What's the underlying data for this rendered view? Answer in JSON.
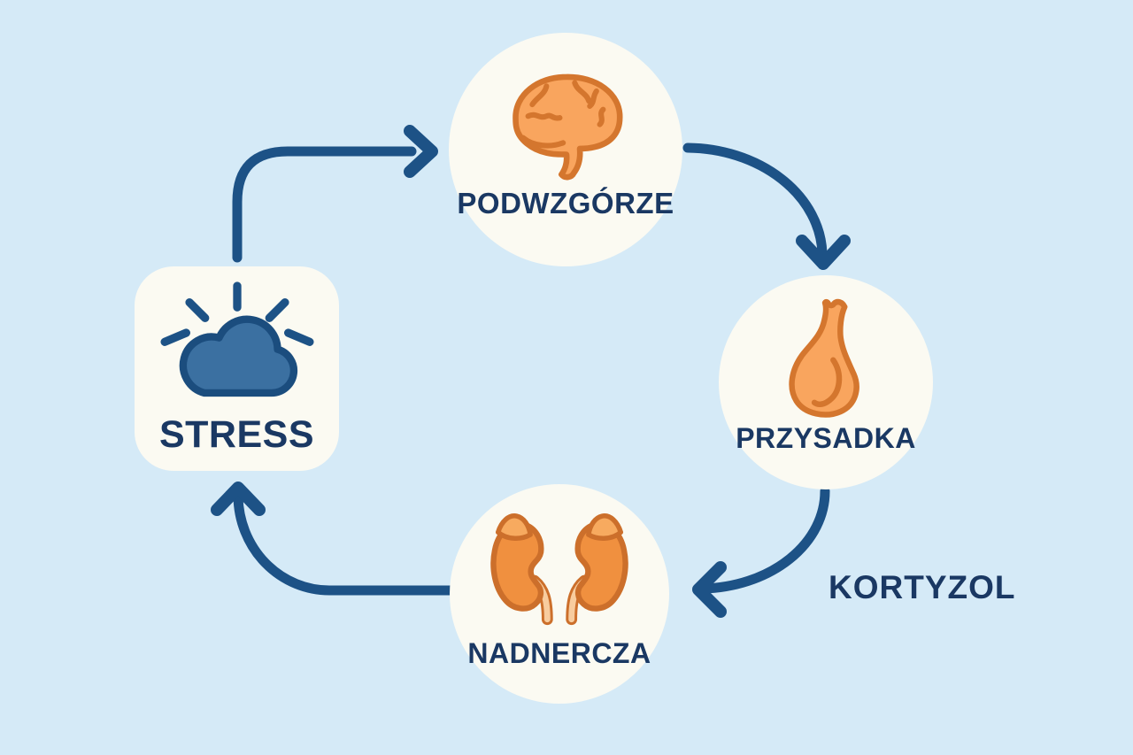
{
  "diagram": {
    "type": "cycle-diagram",
    "language": "pl",
    "nodes": {
      "stress": {
        "label": "STRESS",
        "icon": "stress-cloud-icon",
        "shape": "rounded-square"
      },
      "hypothalamus": {
        "label": "PODWZGÓRZE",
        "icon": "brain-icon",
        "shape": "circle"
      },
      "pituitary": {
        "label": "PRZYSADKA",
        "icon": "pituitary-gland-icon",
        "shape": "circle"
      },
      "adrenals": {
        "label": "NADNERCZA",
        "icon": "adrenal-kidneys-icon",
        "shape": "circle"
      }
    },
    "floating_labels": {
      "cortisol": "KORTYZOL"
    },
    "arrows": [
      {
        "name": "arrow-stress-to-hypothalamus",
        "from": "STRESS",
        "to": "PODWZGÓRZE"
      },
      {
        "name": "arrow-hypothalamus-to-pituitary",
        "from": "PODWZGÓRZE",
        "to": "PRZYSADKA"
      },
      {
        "name": "arrow-pituitary-to-adrenals",
        "from": "PRZYSADKA",
        "to": "NADNERCZA",
        "nearby_label": "KORTYZOL"
      },
      {
        "name": "arrow-adrenals-to-stress",
        "from": "NADNERCZA",
        "to": "STRESS"
      }
    ],
    "colors": {
      "background": "#d5eaf7",
      "node_fill": "#fbfaf2",
      "arrow": "#1d5286",
      "text": "#1a3863",
      "cloud_fill": "#3b70a1",
      "cloud_outline": "#1b4d7e",
      "organ_fill": "#f9a55e",
      "organ_outline": "#d4762e",
      "kidney_fill": "#f0903f",
      "adrenal_cap_fill": "#f7aa5f",
      "ureter_fill": "#f8cc9e"
    }
  }
}
